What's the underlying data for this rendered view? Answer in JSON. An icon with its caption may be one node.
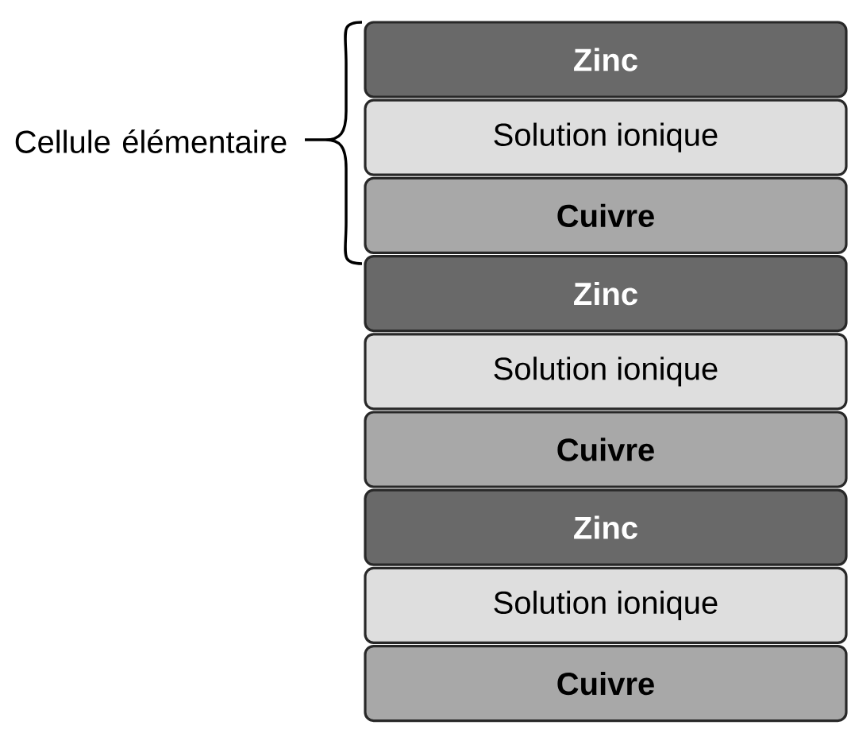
{
  "diagram": {
    "nodes": [
      {
        "text": [
          "Zinc"
        ]
      },
      {
        "text": [
          "Solution ionique"
        ]
      },
      {
        "text": [
          "Cuivre"
        ]
      },
      {
        "text": [
          "Zinc"
        ]
      },
      {
        "text": [
          "Solution ionique"
        ]
      },
      {
        "text": [
          "Cuivre"
        ]
      },
      {
        "text": [
          "Zinc"
        ]
      },
      {
        "text": [
          "Solution ionique"
        ]
      },
      {
        "text": [
          "Cuivre"
        ]
      }
    ],
    "labels": [
      "Cellule élémentaire"
    ]
  }
}
